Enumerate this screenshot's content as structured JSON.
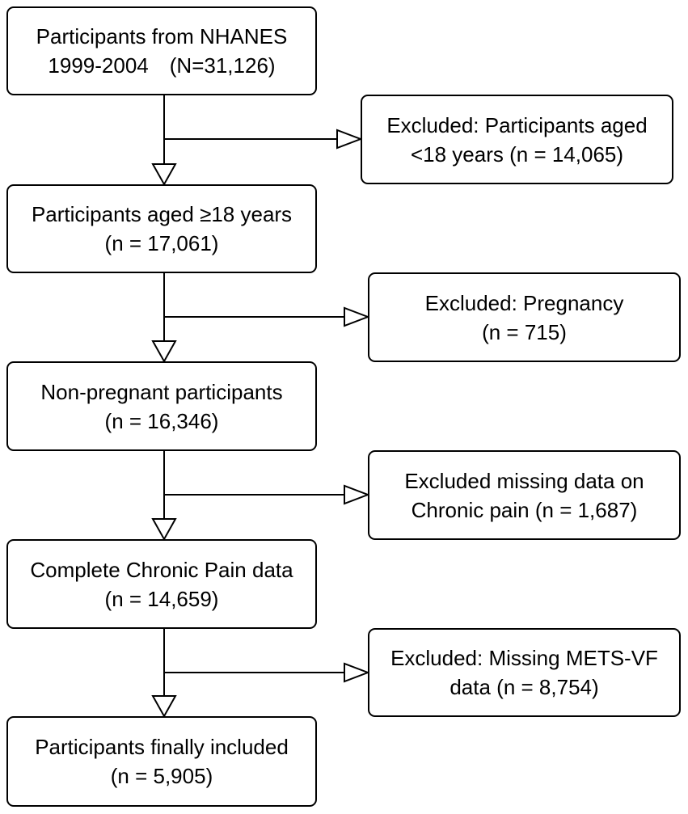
{
  "main_boxes": [
    {
      "line1": "Participants from NHANES",
      "line2": "1999-2004 (N=31,126)"
    },
    {
      "line1": "Participants aged ≥18 years",
      "line2": "(n = 17,061)"
    },
    {
      "line1": "Non-pregnant participants",
      "line2": "(n = 16,346)"
    },
    {
      "line1": "Complete Chronic Pain data",
      "line2": "(n = 14,659)"
    },
    {
      "line1": "Participants finally included",
      "line2": "(n = 5,905)"
    }
  ],
  "exclusion_boxes": [
    {
      "line1": "Excluded: Participants aged",
      "line2": "<18 years (n = 14,065)"
    },
    {
      "line1": "Excluded: Pregnancy",
      "line2": "(n = 715)"
    },
    {
      "line1": "Excluded missing data on",
      "line2": "Chronic pain (n = 1,687)"
    },
    {
      "line1": "Excluded: Missing METS-VF",
      "line2": "data (n = 8,754)"
    }
  ]
}
